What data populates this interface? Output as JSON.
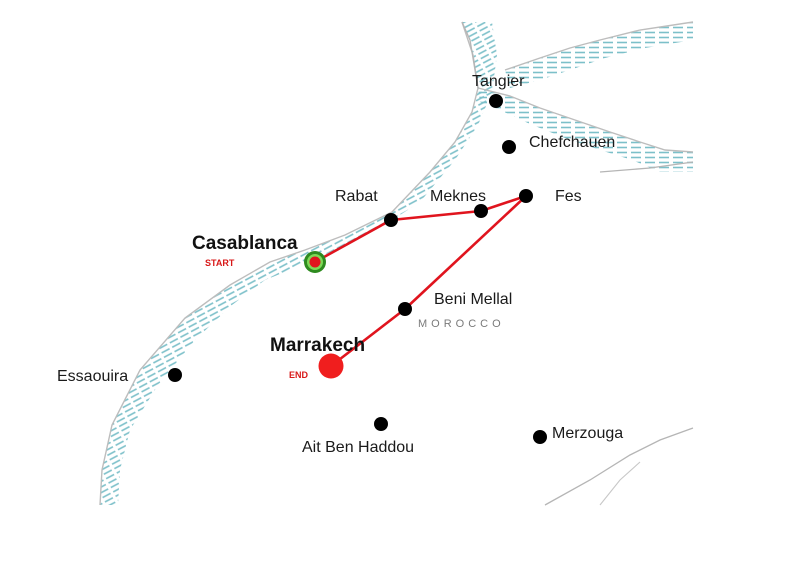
{
  "map": {
    "country": "MOROCCO",
    "colors": {
      "route": "#e0141e",
      "coast_hatch": "#7cc0c9",
      "border": "#b5b5b5",
      "city_dot": "#000000",
      "start_ring": "#2e8b1f",
      "start_fill": "#e0141e",
      "end_fill": "#f01e1e",
      "tag_text": "#d81818"
    },
    "cities": {
      "tangier": "Tangier",
      "chefchauen": "Chefchauen",
      "rabat": "Rabat",
      "meknes": "Meknes",
      "fes": "Fes",
      "casablanca": "Casablanca",
      "beni_mellal": "Beni Mellal",
      "marrakech": "Marrakech",
      "essaouira": "Essaouira",
      "ait_ben_haddou": "Ait Ben Haddou",
      "merzouga": "Merzouga"
    },
    "markers": {
      "start": "START",
      "end": "END"
    },
    "route_order": [
      "Casablanca",
      "Rabat",
      "Meknes",
      "Fes",
      "Beni Mellal",
      "Marrakech"
    ]
  }
}
